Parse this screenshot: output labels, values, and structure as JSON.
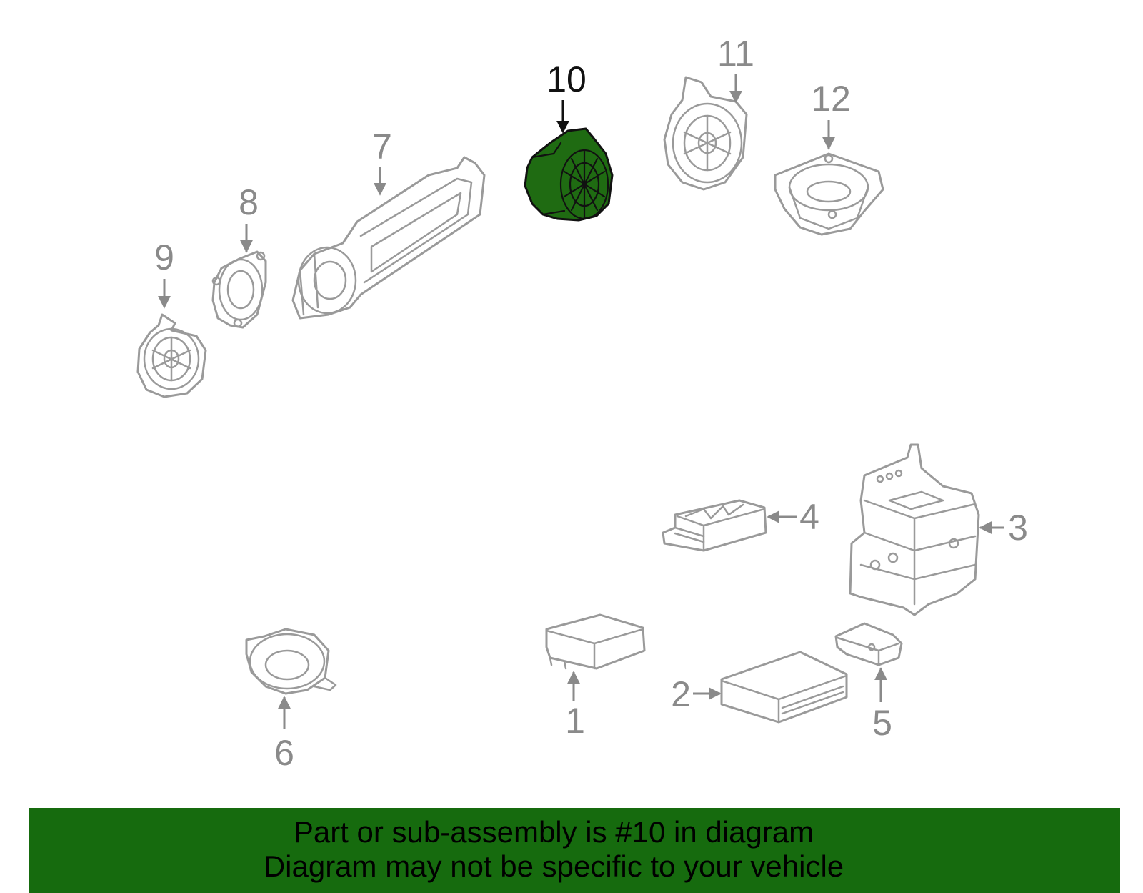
{
  "diagram": {
    "highlighted_part": "10",
    "callouts": [
      {
        "id": "1",
        "label": "1"
      },
      {
        "id": "2",
        "label": "2"
      },
      {
        "id": "3",
        "label": "3"
      },
      {
        "id": "4",
        "label": "4"
      },
      {
        "id": "5",
        "label": "5"
      },
      {
        "id": "6",
        "label": "6"
      },
      {
        "id": "7",
        "label": "7"
      },
      {
        "id": "8",
        "label": "8"
      },
      {
        "id": "9",
        "label": "9"
      },
      {
        "id": "10",
        "label": "10"
      },
      {
        "id": "11",
        "label": "11"
      },
      {
        "id": "12",
        "label": "12"
      }
    ]
  },
  "banner": {
    "line1": "Part or sub-assembly is #10 in diagram",
    "line2": "Diagram may not be specific to your vehicle",
    "color": "#166b0e"
  },
  "colors": {
    "part_outline": "#9a9a9a",
    "highlight_fill": "#1f6b12",
    "highlight_outline": "#111111"
  }
}
